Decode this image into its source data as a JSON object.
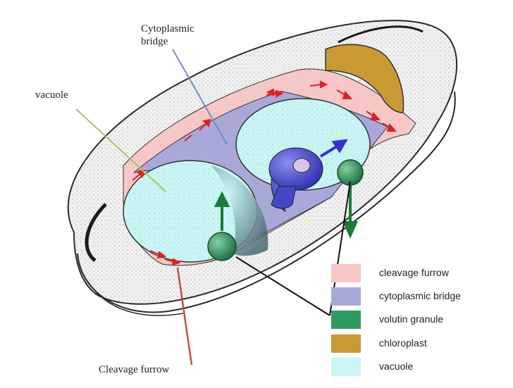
{
  "labels": {
    "cytoplasmic_bridge": [
      "Cytoplasmic",
      "bridge"
    ],
    "vacuole": "vacuole",
    "cleavage_furrow": "Cleavage furrow"
  },
  "legend": [
    {
      "label": "cleavage furrow",
      "color": "#f7c6c6"
    },
    {
      "label": "cytoplasmic bridge",
      "color": "#a9a9d9"
    },
    {
      "label": "volutin granule",
      "color": "#2e9a62"
    },
    {
      "label": "chloroplast",
      "color": "#c99a34"
    },
    {
      "label": "vacuole",
      "color": "#c9f5f5"
    }
  ],
  "colors": {
    "cell_outline": "#2a2a2a",
    "cell_fill": "#f1f1f1",
    "furrow_pink": "#f7c6c6",
    "bridge_purple": "#a9a9d9",
    "vacuole_cyan": "#c9f5f5",
    "granule_green": "#2e9a62",
    "chloroplast_gold": "#c99a34",
    "nucleus_blue": "#5454d6",
    "arrow_red": "#e02020",
    "arrow_blue": "#3333cc",
    "arrow_green": "#1e7a3a",
    "pointer_blue": "#6f8fc0",
    "pointer_green": "#a7c36b",
    "pointer_red": "#c44b4b"
  }
}
